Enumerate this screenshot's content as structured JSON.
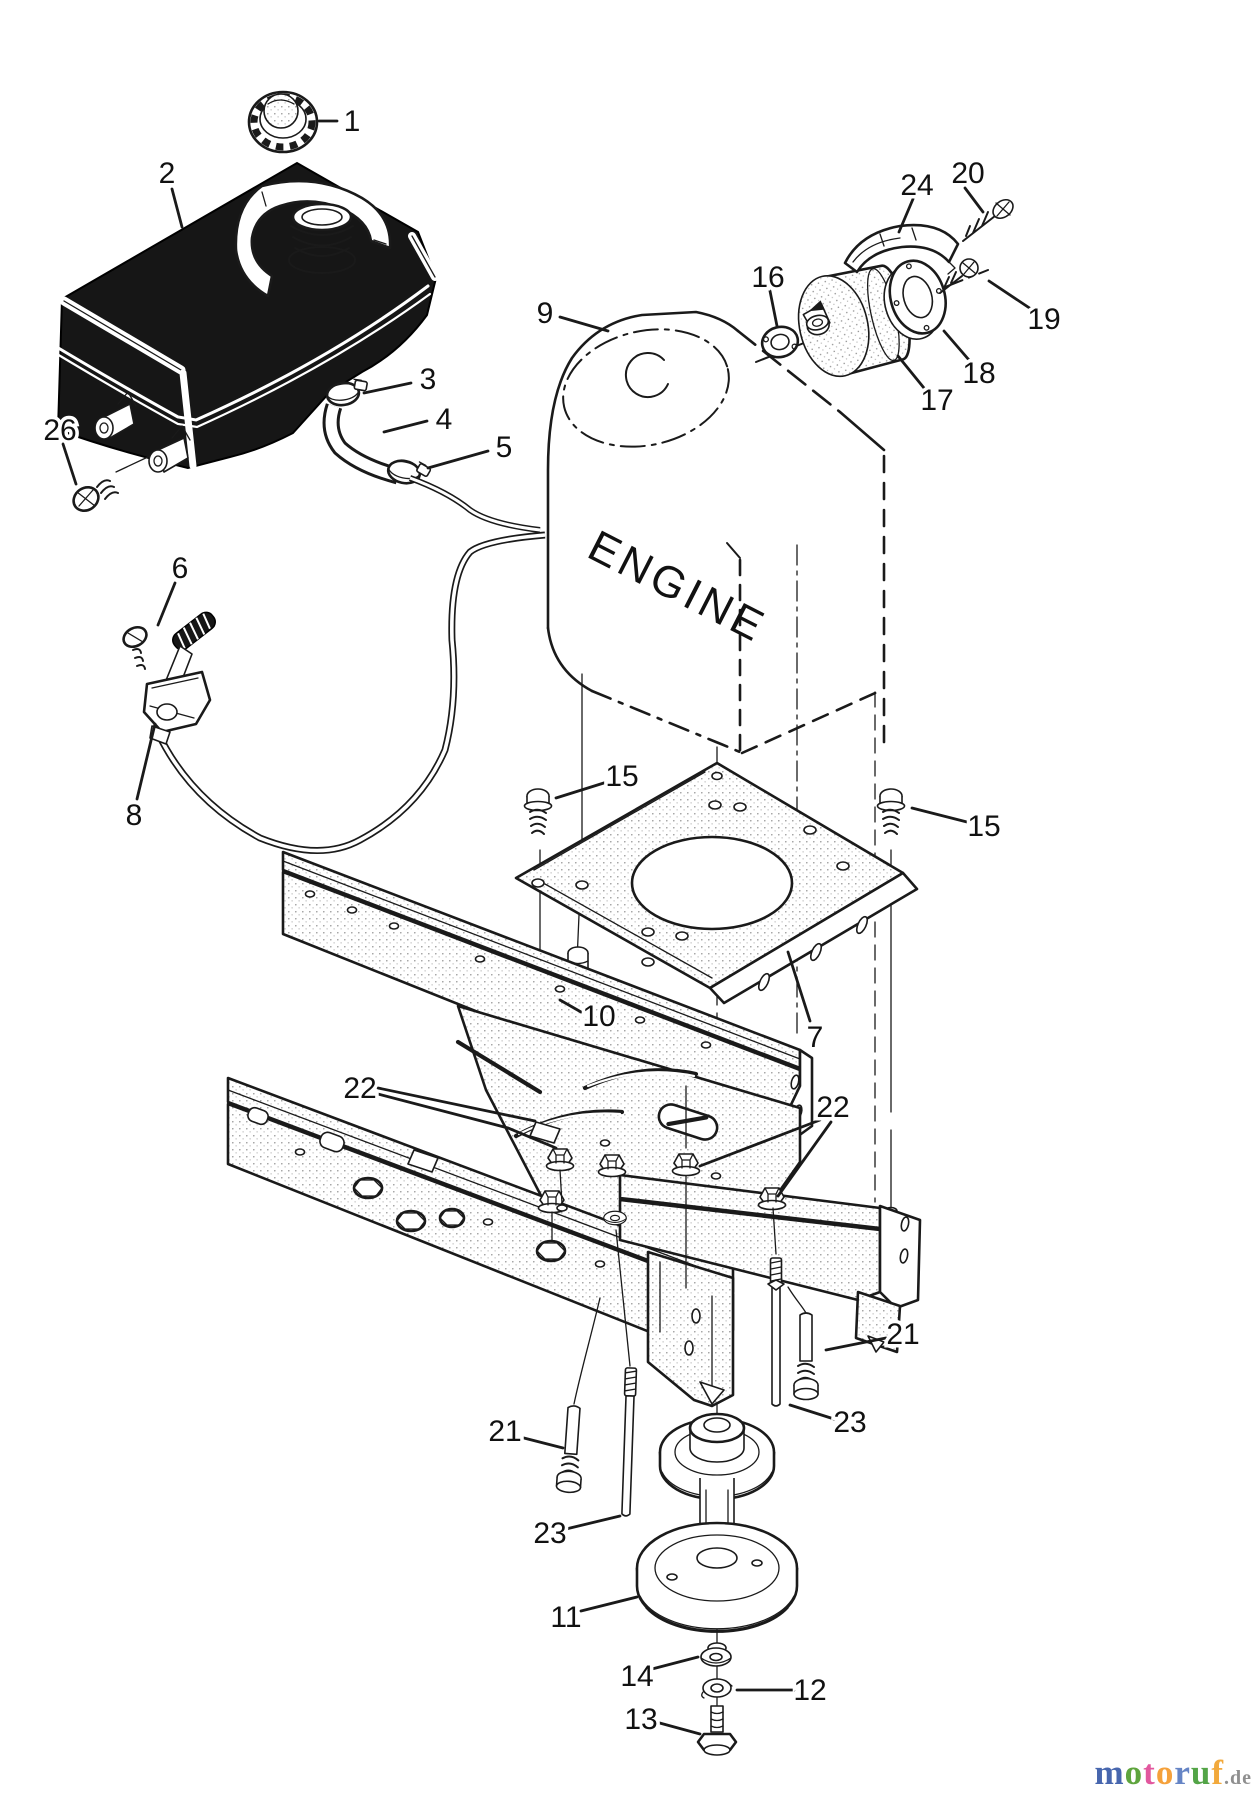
{
  "diagram": {
    "engine_text": "ENGINE",
    "part_numbers": [
      "1",
      "2",
      "3",
      "4",
      "5",
      "6",
      "7",
      "8",
      "9",
      "10",
      "11",
      "12",
      "13",
      "14",
      "15",
      "16",
      "17",
      "18",
      "19",
      "20",
      "21",
      "22",
      "23",
      "24",
      "26"
    ],
    "callouts": {
      "c1": "1",
      "c2": "2",
      "c3": "3",
      "c4": "4",
      "c5": "5",
      "c6": "6",
      "c7": "7",
      "c8": "8",
      "c9": "9",
      "c10": "10",
      "c11": "11",
      "c12": "12",
      "c13": "13",
      "c14": "14",
      "c15_left": "15",
      "c15_right": "15",
      "c16": "16",
      "c17": "17",
      "c18": "18",
      "c19": "19",
      "c20": "20",
      "c21_left": "21",
      "c21_right": "21",
      "c22_left": "22",
      "c22_right": "22",
      "c23_left": "23",
      "c23_right": "23",
      "c24": "24",
      "c26": "26"
    },
    "line_color": "#1a1a1a",
    "background": "#ffffff"
  },
  "watermark": {
    "letters": [
      {
        "ch": "m",
        "color": "#4766ae"
      },
      {
        "ch": "o",
        "color": "#5ea43d"
      },
      {
        "ch": "t",
        "color": "#e2579e"
      },
      {
        "ch": "o",
        "color": "#f5a13b"
      },
      {
        "ch": "r",
        "color": "#6584c5"
      },
      {
        "ch": "u",
        "color": "#53a447"
      },
      {
        "ch": "f",
        "color": "#f2a93c"
      }
    ],
    "suffix": {
      "text": ".de",
      "color": "#8f8f8f"
    }
  }
}
